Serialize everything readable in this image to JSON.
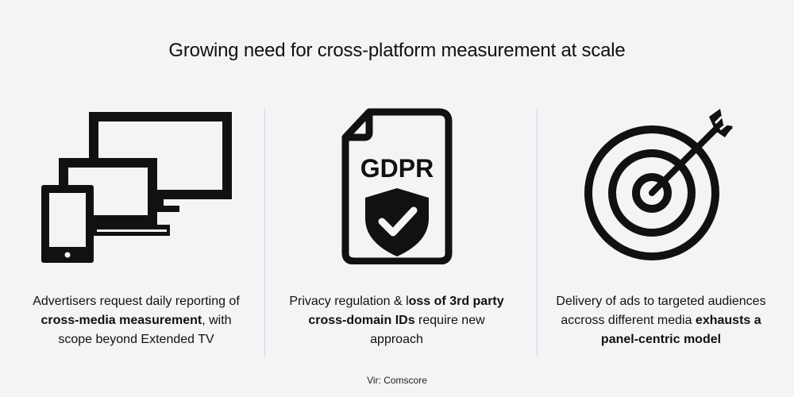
{
  "title": "Growing need for cross-platform measurement at scale",
  "columns": [
    {
      "icon": "devices-icon",
      "caption_parts": [
        {
          "text": "Advertisers request daily reporting of ",
          "bold": false
        },
        {
          "text": "cross-media measurement",
          "bold": true
        },
        {
          "text": ", with scope beyond Extended TV",
          "bold": false
        }
      ]
    },
    {
      "icon": "gdpr-document-icon",
      "icon_label": "GDPR",
      "caption_parts": [
        {
          "text": "Privacy regulation & l",
          "bold": false
        },
        {
          "text": "oss of 3rd party cross-domain IDs",
          "bold": true
        },
        {
          "text": " require new approach",
          "bold": false
        }
      ]
    },
    {
      "icon": "target-icon",
      "caption_parts": [
        {
          "text": "Delivery of ads to targeted audiences accross different media ",
          "bold": false
        },
        {
          "text": "exhausts a panel-centric model",
          "bold": true
        }
      ]
    }
  ],
  "source": "Vir: Comscore",
  "colors": {
    "background": "#f3f4f6",
    "icon": "#111111",
    "divider": "#d5d7db"
  }
}
